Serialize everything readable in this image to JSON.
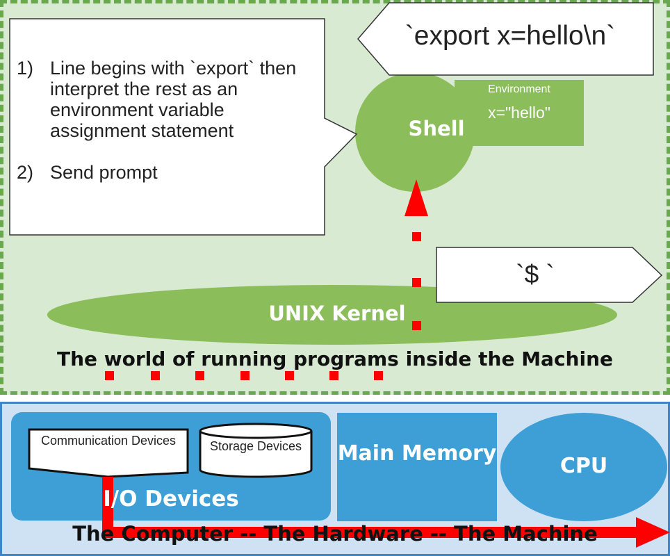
{
  "callout": {
    "item1_num": "1)",
    "item1_text": "Line begins with `export` then interpret the rest as an environment variable assignment statement",
    "item2_num": "2)",
    "item2_text": "Send prompt"
  },
  "command_input": "`export x=hello\\n`",
  "shell": {
    "label": "Shell",
    "environment_title": "Environment",
    "environment_value": "x=\"hello\""
  },
  "prompt_output": "`$ `",
  "kernel": {
    "label": "UNIX Kernel"
  },
  "world_caption": "The world of running programs inside the Machine",
  "hardware": {
    "io_label": "I/O Devices",
    "communication_devices": "Communication Devices",
    "storage_devices": "Storage Devices",
    "main_memory": "Main Memory",
    "cpu": "CPU",
    "caption": "The Computer -- The Hardware -- The Machine"
  },
  "colors": {
    "world_bg": "#d9ead3",
    "world_border": "#6aa84f",
    "green_shape": "#8bbd5a",
    "hardware_bg": "#cfe2f3",
    "blue_shape": "#3d9fd6",
    "arrow_red": "#ff0000"
  }
}
